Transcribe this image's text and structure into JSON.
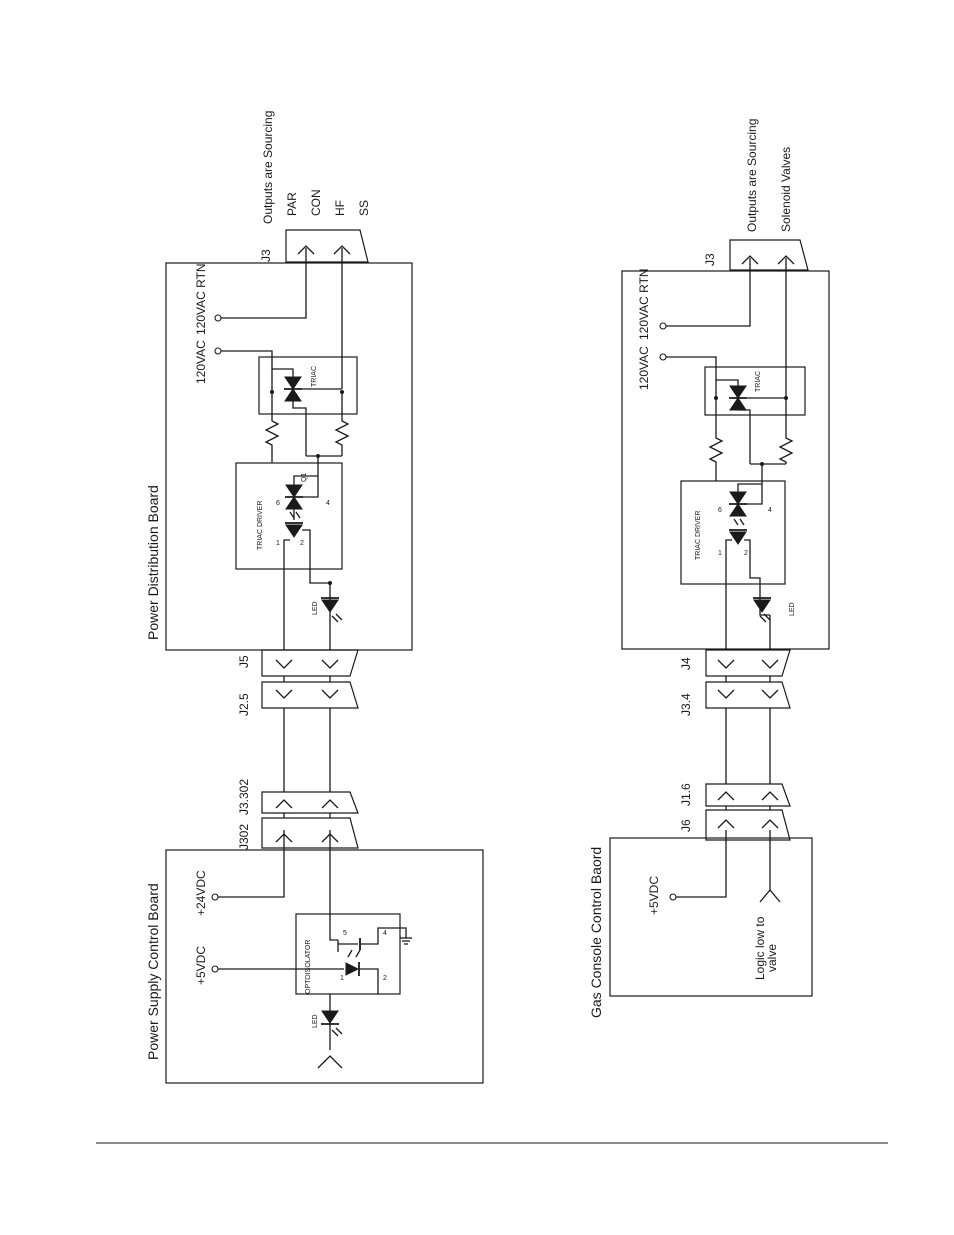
{
  "upper": {
    "power_supply_board_label": "Power Supply Control Board",
    "plus5vdc": "+5VDC",
    "plus24vdc": "+24VDC",
    "opto_label": "OPTOISOLATOR",
    "opto_pin1": "1",
    "opto_pin2": "2",
    "opto_pin4": "4",
    "opto_pin5": "5",
    "led_label_psb": "LED",
    "conn_j302": "J302",
    "conn_j3_302": "J3.302",
    "conn_j2_5": "J2.5",
    "conn_j5": "J5",
    "power_dist_board_label": "Power Distribution Board",
    "led_label_pdb": "LED",
    "triac_driver_label": "TRIAC DRIVER",
    "td_pin1": "1",
    "td_pin2": "2",
    "td_pin6": "6",
    "td_pin4": "4",
    "q1_label": "Q1",
    "triac_label": "TRIAC",
    "v120": "120VAC",
    "v120_rtn": "120VAC RTN",
    "conn_j3": "J3",
    "outputs_title": "Outputs are Sourcing",
    "outputs": [
      "PAR",
      "CON",
      "HF",
      "SS"
    ]
  },
  "lower": {
    "gas_console_board_label": "Gas Console Control Baord",
    "plus5vdc": "+5VDC",
    "logic_note_line1": "Logic low to",
    "logic_note_line2": "valve",
    "conn_j6": "J6",
    "conn_j1_6": "J1.6",
    "conn_j3_4": "J3.4",
    "conn_j4": "J4",
    "led_label": "LED",
    "triac_driver_label": "TRIAC DRIVER",
    "td_pin1": "1",
    "td_pin2": "2",
    "td_pin6": "6",
    "td_pin4": "4",
    "triac_label": "TRIAC",
    "v120": "120VAC",
    "v120_rtn": "120VAC RTN",
    "conn_j3": "J3",
    "outputs_title": "Outputs are Sourcing",
    "outputs_sub": "Solenoid Valves"
  }
}
